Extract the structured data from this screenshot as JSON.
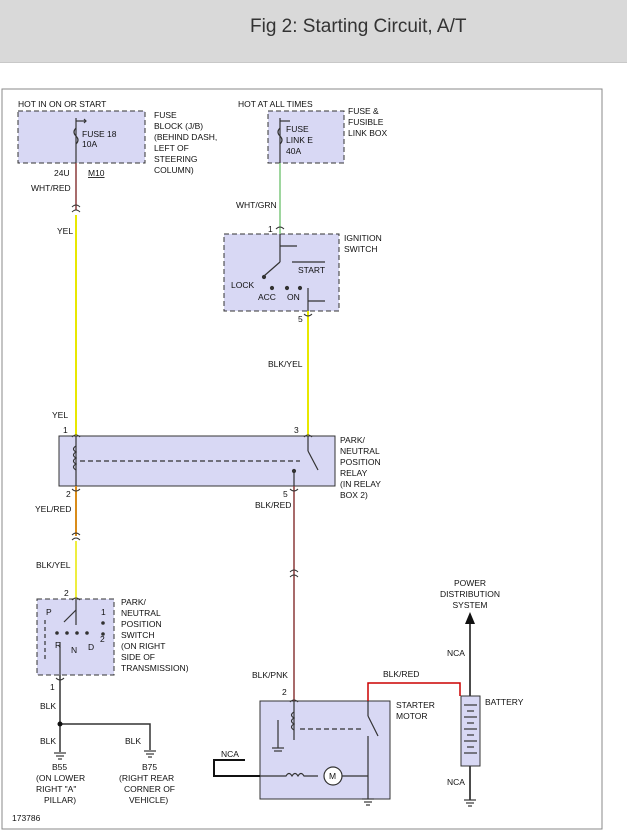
{
  "header": {
    "title": "Fig 2: Starting Circuit, A/T"
  },
  "diagram": {
    "figure_number": "173786",
    "fuse_block": {
      "caption": "HOT IN ON OR START",
      "fuse_line1": "FUSE 18",
      "fuse_line2": "10A",
      "desc": [
        "FUSE",
        "BLOCK (J/B)",
        "(BEHIND DASH,",
        "LEFT OF",
        "STEERING",
        "COLUMN)"
      ],
      "circuit": "24U",
      "connector": "M10"
    },
    "fusible_link_box": {
      "caption": "HOT AT ALL TIMES",
      "fuse_line1": "FUSE",
      "fuse_line2": "LINK E",
      "fuse_line3": "40A",
      "desc": [
        "FUSE &",
        "FUSIBLE",
        "LINK BOX"
      ]
    },
    "ignition_switch": {
      "label": [
        "IGNITION",
        "SWITCH"
      ],
      "pin_in": "1",
      "pin_out": "5",
      "positions": {
        "lock": "LOCK",
        "acc": "ACC",
        "on": "ON",
        "start": "START"
      }
    },
    "relay": {
      "label": [
        "PARK/",
        "NEUTRAL",
        "POSITION",
        "RELAY",
        "(IN RELAY",
        "BOX 2)"
      ],
      "pin1": "1",
      "pin2": "2",
      "pin3": "3",
      "pin5": "5"
    },
    "pnp_switch": {
      "label": [
        "PARK/",
        "NEUTRAL",
        "POSITION",
        "SWITCH",
        "(ON RIGHT",
        "SIDE OF",
        "TRANSMISSION)"
      ],
      "pin_top": "2",
      "pin_bottom": "1",
      "positions": {
        "p": "P",
        "r": "R",
        "n": "N",
        "d": "D",
        "one": "1",
        "two": "2"
      }
    },
    "starter": {
      "label": [
        "STARTER",
        "MOTOR"
      ],
      "pin": "2",
      "motor_symbol": "M"
    },
    "battery": {
      "label": "BATTERY"
    },
    "power_distribution": {
      "label": [
        "POWER",
        "DISTRIBUTION",
        "SYSTEM"
      ]
    },
    "grounds": {
      "g1": {
        "id": "B55",
        "desc": [
          "(ON LOWER",
          "RIGHT \"A\"",
          "PILLAR)"
        ]
      },
      "g2": {
        "id": "B75",
        "desc": [
          "(RIGHT REAR",
          "CORNER OF",
          "VEHICLE)"
        ]
      }
    },
    "wires": {
      "wht_red": "WHT/RED",
      "yel_a": "YEL",
      "yel_b": "YEL",
      "wht_grn": "WHT/GRN",
      "blk_yel_a": "BLK/YEL",
      "yel_red": "YEL/RED",
      "blk_red_a": "BLK/RED",
      "blk_yel_b": "BLK/YEL",
      "blk_pnk": "BLK/PNK",
      "blk_red_b": "BLK/RED",
      "blk_a": "BLK",
      "blk_b": "BLK",
      "blk_c": "BLK",
      "nca_a": "NCA",
      "nca_b": "NCA",
      "nca_c": "NCA"
    },
    "colors": {
      "yellow": "#e8e800",
      "green": "#7ec87e",
      "brown": "#8b3a3a",
      "yel_red": "#d98c1a",
      "red": "#cc0000",
      "component_fill": "#d8d8f4"
    }
  }
}
